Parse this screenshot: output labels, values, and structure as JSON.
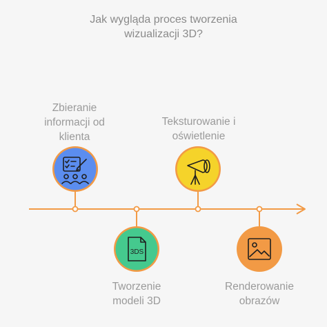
{
  "title": {
    "line1": "Jak wygląda proces tworzenia",
    "line2": "wizualizacji 3D?"
  },
  "steps": [
    {
      "line1": "Zbieranie",
      "line2": "informacji od",
      "line3": "klienta",
      "color": "#5b8def",
      "icon": "checklist-people-icon"
    },
    {
      "line1": "Tworzenie",
      "line2": "modeli 3D",
      "icon_text": "3DS",
      "color": "#45c98e",
      "icon": "3ds-file-icon"
    },
    {
      "line1": "Teksturowanie i",
      "line2": "oświetlenie",
      "color": "#f5d32a",
      "icon": "studio-light-icon"
    },
    {
      "line1": "Renderowanie",
      "line2": "obrazów",
      "color": "#f29a45",
      "icon": "image-icon"
    }
  ],
  "colors": {
    "timeline": "#f29a45",
    "ring": "#f29a45",
    "icon_stroke": "#1f1f1f"
  }
}
